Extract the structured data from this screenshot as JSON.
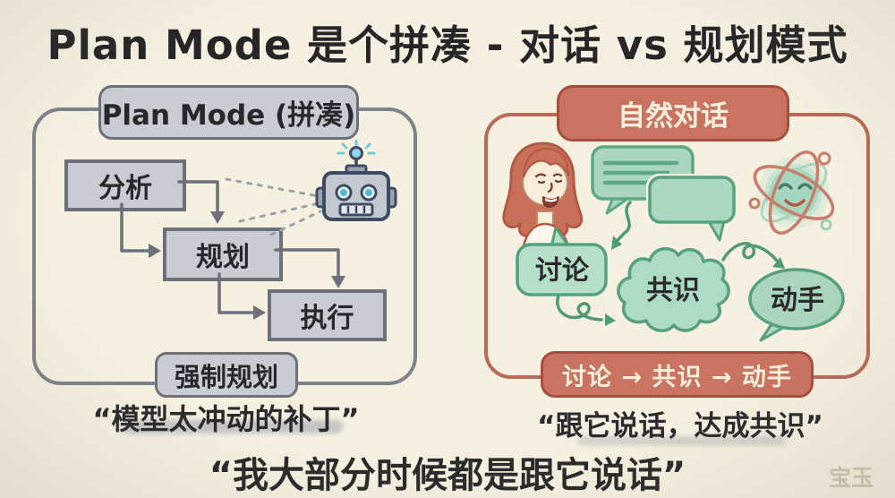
{
  "title": "Plan Mode 是个拼凑 - 对话 vs 规划模式",
  "left_panel": {
    "header": "Plan Mode (拼凑)",
    "steps": {
      "analyze": "分析",
      "plan": "规划",
      "execute": "执行"
    },
    "footer_badge": "强制规划",
    "caption": "“模型太冲动的补丁”"
  },
  "right_panel": {
    "header": "自然对话",
    "discuss": "讨论",
    "consensus": "共识",
    "act": "动手",
    "footer_badge": "讨论 → 共识 → 动手",
    "caption": "“跟它说话，达成共识”"
  },
  "bottom_quote": "“我大部分时候都是跟它说话”",
  "watermark": "宝玉",
  "icons": {
    "robot": "robot-icon",
    "woman": "woman-avatar",
    "ai_atom": "ai-atom-icon",
    "chat_bubbles": "chat-bubbles-icon"
  },
  "colors": {
    "background": "#f6f0e1",
    "ink": "#2b2b2d",
    "gray_fill": "#c9ccd2",
    "gray_border": "#70747c",
    "terracotta_fill": "#c97361",
    "terracotta_border": "#a64f3e",
    "green_fill": "#a9d6bd",
    "green_border": "#57a07d",
    "robot_blue": "#7fd3ea"
  }
}
